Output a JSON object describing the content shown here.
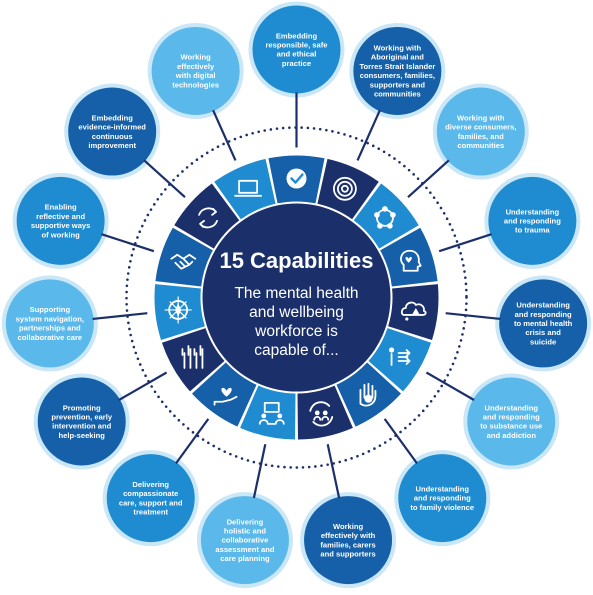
{
  "center": {
    "title": "15 Capabilities",
    "subtitle_lines": [
      "The mental health",
      "and wellbeing",
      "workforce is",
      "capable of..."
    ]
  },
  "colors": {
    "navy": "#1b2f6b",
    "dark_blue": "#1560a8",
    "mid_blue": "#1f8bd0",
    "light_blue": "#5ab8ea",
    "pale_blue": "#c9e7f7",
    "dots": "#1b2f6b"
  },
  "capabilities": [
    {
      "id": "safe-practice",
      "lines": [
        "Embedding",
        "responsible, safe",
        "and ethical",
        "practice"
      ],
      "icon": "check-icon",
      "tone": "mid"
    },
    {
      "id": "aboriginal",
      "lines": [
        "Working with",
        "Aboriginal and",
        "Torres Strait Islander",
        "consumers, families,",
        "supporters and",
        "communities"
      ],
      "icon": "concentric-circles-icon",
      "tone": "dark"
    },
    {
      "id": "diverse",
      "lines": [
        "Working with",
        "diverse consumers,",
        "families, and",
        "communities"
      ],
      "icon": "people-network-icon",
      "tone": "light"
    },
    {
      "id": "trauma",
      "lines": [
        "Understanding",
        "and responding",
        "to trauma"
      ],
      "icon": "head-heart-icon",
      "tone": "mid"
    },
    {
      "id": "crisis",
      "lines": [
        "Understanding",
        "and responding",
        "to mental health",
        "crisis and",
        "suicide"
      ],
      "icon": "warning-cloud-icon",
      "tone": "dark"
    },
    {
      "id": "substance",
      "lines": [
        "Understanding",
        "and responding",
        "to substance use",
        "and addiction"
      ],
      "icon": "person-arrows-icon",
      "tone": "light"
    },
    {
      "id": "family-violence",
      "lines": [
        "Understanding",
        "and responding",
        "to family violence"
      ],
      "icon": "stop-hand-icon",
      "tone": "mid"
    },
    {
      "id": "families-carers",
      "lines": [
        "Working",
        "effectively with",
        "families, carers",
        "and supporters"
      ],
      "icon": "group-cycle-icon",
      "tone": "dark"
    },
    {
      "id": "holistic",
      "lines": [
        "Delivering",
        "holistic and",
        "collaborative",
        "assessment and",
        "care planning"
      ],
      "icon": "people-board-icon",
      "tone": "light"
    },
    {
      "id": "compassionate",
      "lines": [
        "Delivering",
        "compassionate",
        "care, support and",
        "treatment"
      ],
      "icon": "hand-heart-icon",
      "tone": "mid"
    },
    {
      "id": "prevention",
      "lines": [
        "Promoting",
        "prevention, early",
        "intervention and",
        "help-seeking"
      ],
      "icon": "raised-hands-icon",
      "tone": "dark"
    },
    {
      "id": "navigation",
      "lines": [
        "Supporting",
        "system navigation,",
        "partnerships and",
        "collaborative care"
      ],
      "icon": "compass-icon",
      "tone": "light"
    },
    {
      "id": "reflective",
      "lines": [
        "Enabling",
        "reflective and",
        "supportive ways",
        "of working"
      ],
      "icon": "handshake-icon",
      "tone": "mid"
    },
    {
      "id": "evidence",
      "lines": [
        "Embedding",
        "evidence-informed",
        "continuous",
        "improvement"
      ],
      "icon": "cycle-arrows-icon",
      "tone": "dark"
    },
    {
      "id": "digital",
      "lines": [
        "Working",
        "effectively",
        "with digital",
        "technologies"
      ],
      "icon": "laptop-icon",
      "tone": "light"
    }
  ]
}
